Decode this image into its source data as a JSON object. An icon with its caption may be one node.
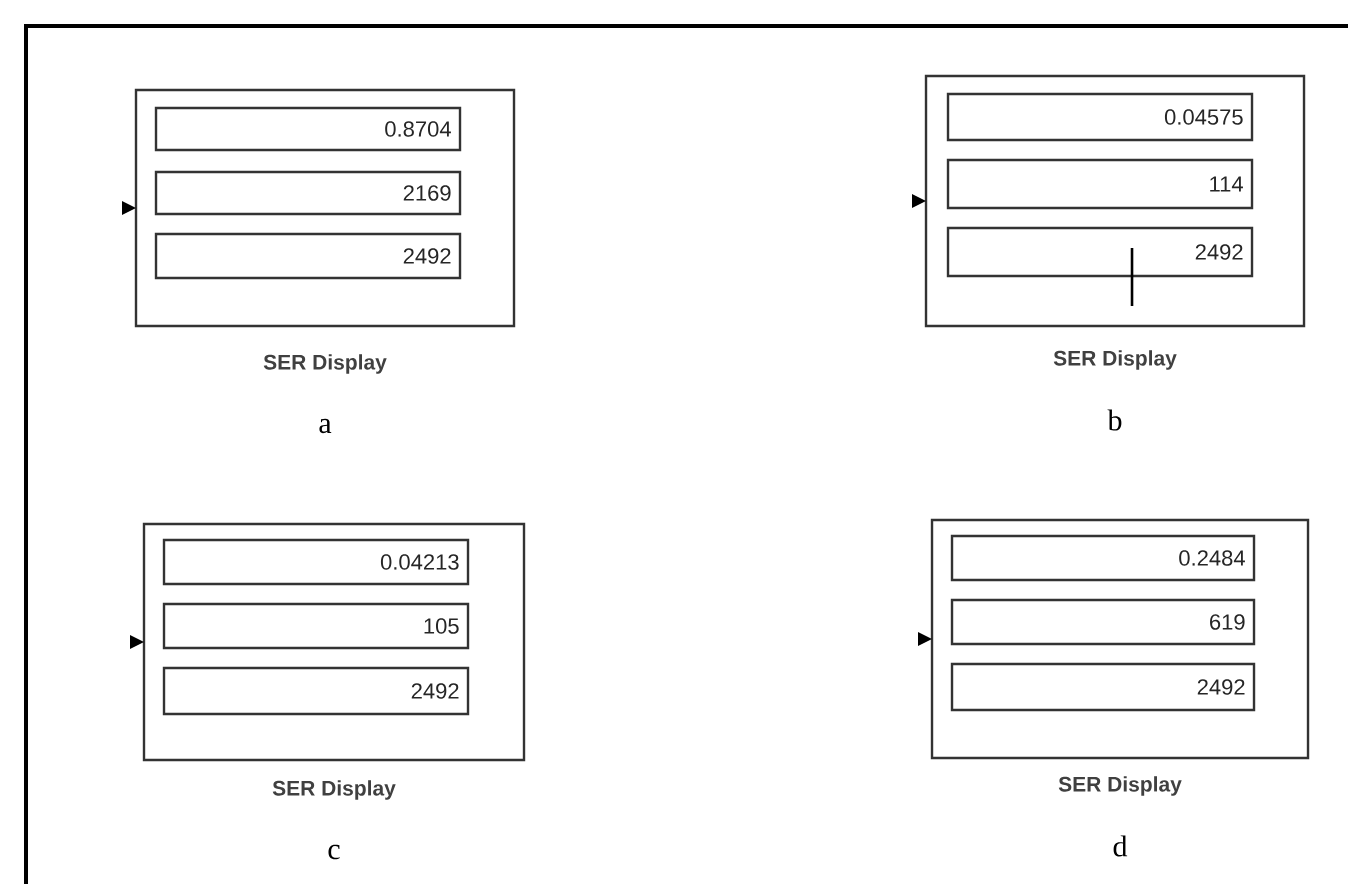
{
  "diagram": {
    "nodes": [
      {
        "text": [],
        "shape": "box",
        "beside": [
          "SER Display"
        ]
      },
      {
        "text": [
          "0.8704"
        ],
        "in": 0
      },
      {
        "text": [
          "2169"
        ],
        "in": 0
      },
      {
        "text": [
          "2492"
        ],
        "in": 0
      },
      {
        "text": [],
        "shape": "box",
        "beside": [
          "SER Display"
        ]
      },
      {
        "text": [
          "0.04575"
        ],
        "in": 4
      },
      {
        "text": [
          "114"
        ],
        "in": 4
      },
      {
        "text": [
          "2492"
        ],
        "in": 4
      },
      {
        "text": [],
        "shape": "box",
        "beside": [
          "SER Display"
        ]
      },
      {
        "text": [
          "0.04213"
        ],
        "in": 8
      },
      {
        "text": [
          "105"
        ],
        "in": 8
      },
      {
        "text": [
          "2492"
        ],
        "in": 8
      },
      {
        "text": [],
        "shape": "box",
        "beside": [
          "SER Display"
        ]
      },
      {
        "text": [
          "0.2484"
        ],
        "in": 12
      },
      {
        "text": [
          "619"
        ],
        "in": 12
      },
      {
        "text": [
          "2492"
        ],
        "in": 12
      }
    ],
    "labels": [
      "a",
      "b",
      "c",
      "d"
    ]
  }
}
